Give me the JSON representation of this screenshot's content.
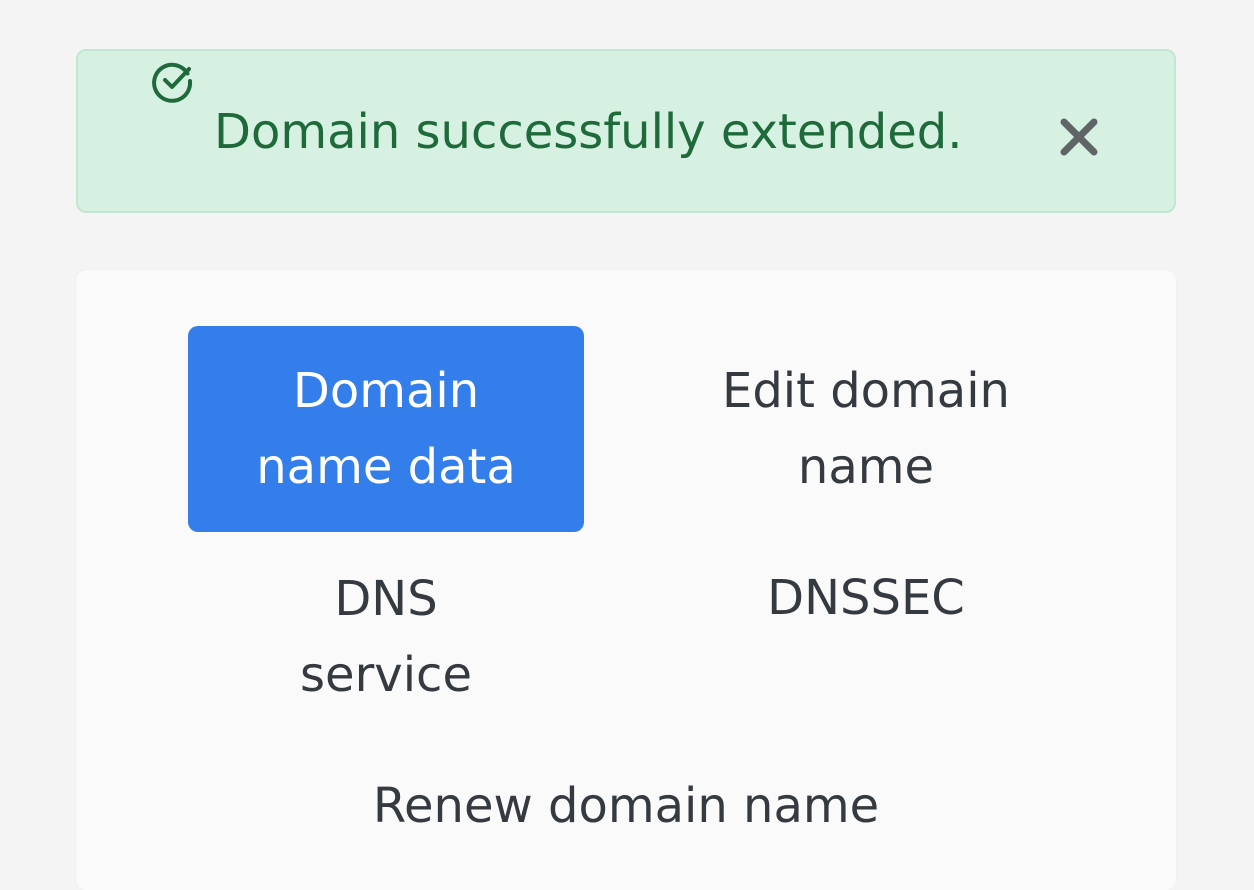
{
  "alert": {
    "message": "Domain successfully extended.",
    "icon": "check-circle-icon",
    "close_icon": "close-icon",
    "colors": {
      "background": "#d6f0e1",
      "border": "#c3e6d0",
      "text": "#1e6a3b"
    }
  },
  "nav": {
    "items": [
      {
        "label_line1": "Domain",
        "label_line2": "name data",
        "active": true
      },
      {
        "label_line1": "Edit domain",
        "label_line2": "name",
        "active": false
      },
      {
        "label_line1": "DNS",
        "label_line2": "service",
        "active": false
      },
      {
        "label_line1": "DNSSEC",
        "label_line2": "",
        "active": false
      },
      {
        "label_line1": "Renew domain name",
        "label_line2": "",
        "active": false
      }
    ],
    "colors": {
      "active_background": "#337eea",
      "active_text": "#ffffff",
      "text": "#343a40"
    }
  }
}
